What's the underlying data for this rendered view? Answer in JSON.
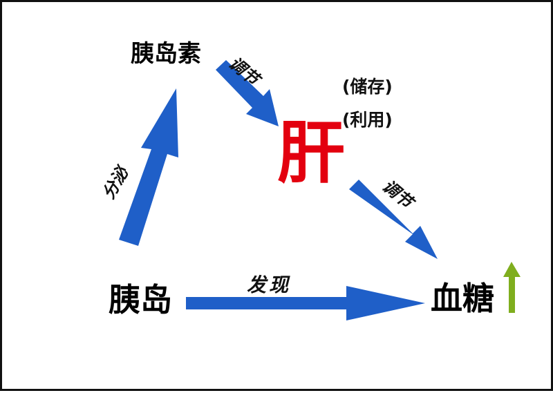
{
  "nodes": {
    "insulin": "胰岛素",
    "pancreas": "胰岛",
    "liver": "肝",
    "blood_sugar": "血糖"
  },
  "liver_notes": {
    "store": "(储存)",
    "use": "(利用)"
  },
  "edges": {
    "secrete": "分泌",
    "regulate_liver": "调节",
    "regulate_sugar": "调节",
    "detect": "发现"
  },
  "colors": {
    "arrow": "#1f5fc8",
    "liver_text": "#e3000f",
    "up_arrow": "#7fae1e"
  },
  "blood_sugar_trend": "up-arrow-icon"
}
